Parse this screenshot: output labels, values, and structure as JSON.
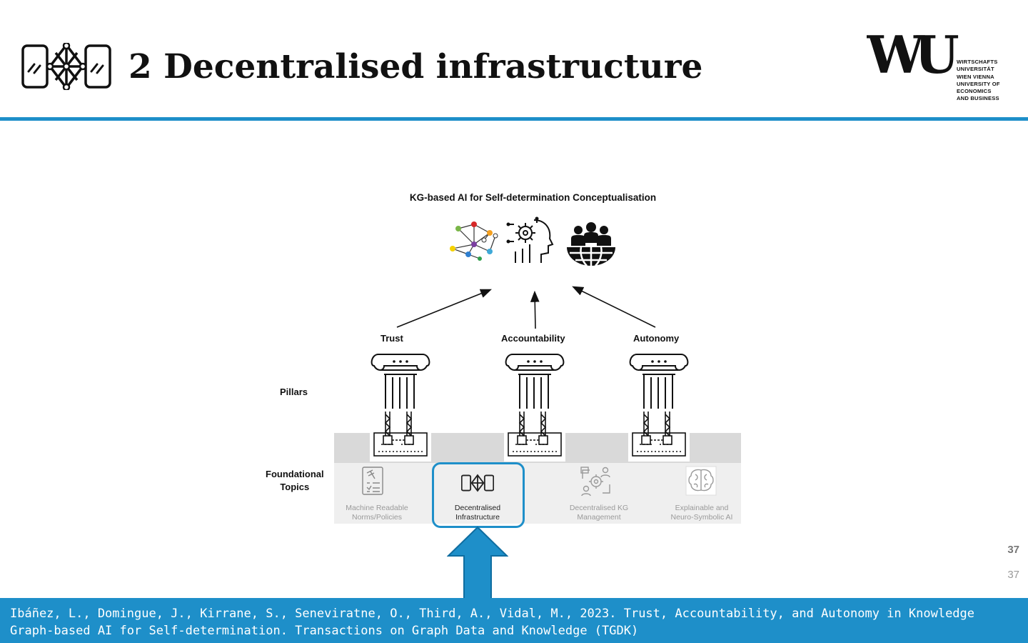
{
  "slide": {
    "title": "2 Decentralised infrastructure",
    "page_number_top": "37",
    "page_number_bottom": "37"
  },
  "logo": {
    "wordmark": "WU",
    "lines": [
      "WIRTSCHAFTS",
      "UNIVERSITÄT",
      "WIEN VIENNA",
      "UNIVERSITY OF",
      "ECONOMICS",
      "AND BUSINESS"
    ]
  },
  "diagram": {
    "title": "KG-based AI for Self-determination Conceptualisation",
    "pillars_label": "Pillars",
    "foundational_label": [
      "Foundational",
      "Topics"
    ],
    "pillars": [
      {
        "label": "Trust"
      },
      {
        "label": "Accountability"
      },
      {
        "label": "Autonomy"
      }
    ],
    "topics": [
      {
        "lines": [
          "Machine Readable",
          "Norms/Policies"
        ],
        "icon": "checklist-gavel-icon",
        "highlighted": false
      },
      {
        "lines": [
          "Decentralised",
          "Infrastructure"
        ],
        "icon": "decentralised-network-icon",
        "highlighted": true
      },
      {
        "lines": [
          "Decentralised KG",
          "Management"
        ],
        "icon": "kg-management-icon",
        "highlighted": false
      },
      {
        "lines": [
          "Explainable and",
          "Neuro-Symbolic AI"
        ],
        "icon": "brain-icon",
        "highlighted": false
      }
    ],
    "highlight_color": "#1e8fc9",
    "arrow_color": "#1e8fc9"
  },
  "reference": {
    "lines": [
      "Ibáñez, L., Domingue, J., Kirrane, S., Seneviratne, O., Third, A., Vidal, M., 2023. Trust, Accountability, and Autonomy in Knowledge",
      "Graph-based AI for Self-determination. Transactions on Graph Data and Knowledge (TGDK)"
    ]
  }
}
